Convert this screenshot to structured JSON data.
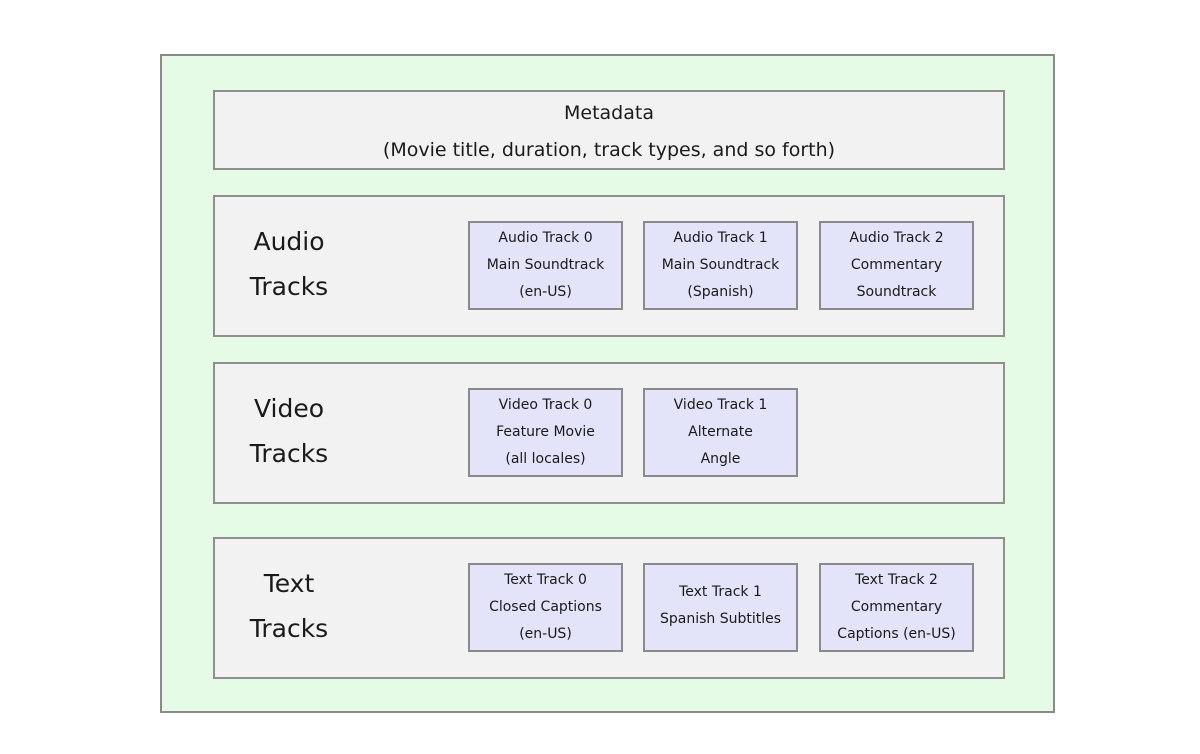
{
  "metadata": {
    "title": "Metadata",
    "subtitle": "(Movie title, duration, track types, and so forth)"
  },
  "rows": [
    {
      "label_line1": "Audio",
      "label_line2": "Tracks",
      "tracks": [
        {
          "line1": "Audio Track 0",
          "line2": "Main Soundtrack",
          "line3": "(en-US)"
        },
        {
          "line1": "Audio Track 1",
          "line2": "Main Soundtrack",
          "line3": "(Spanish)"
        },
        {
          "line1": "Audio Track 2",
          "line2": "Commentary",
          "line3": "Soundtrack"
        }
      ]
    },
    {
      "label_line1": "Video",
      "label_line2": "Tracks",
      "tracks": [
        {
          "line1": "Video Track 0",
          "line2": "Feature Movie",
          "line3": "(all locales)"
        },
        {
          "line1": "Video Track 1",
          "line2": "Alternate",
          "line3": "Angle"
        }
      ]
    },
    {
      "label_line1": "Text",
      "label_line2": "Tracks",
      "tracks": [
        {
          "line1": "Text Track  0",
          "line2": "Closed Captions",
          "line3": "(en-US)"
        },
        {
          "line1": "Text Track  1",
          "line2": "Spanish Subtitles",
          "line3": ""
        },
        {
          "line1": "Text Track  2",
          "line2": "Commentary",
          "line3": "Captions (en-US)"
        }
      ]
    }
  ]
}
